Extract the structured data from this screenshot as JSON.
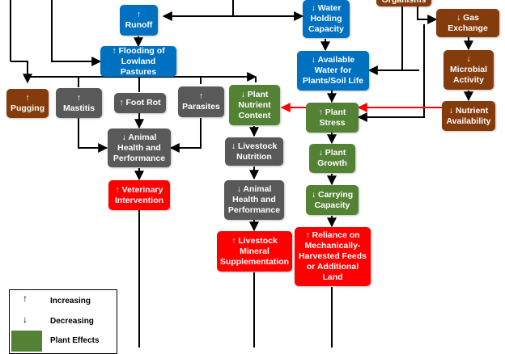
{
  "colors": {
    "water": "#0070c0",
    "plant": "#548235",
    "soil": "#843c0c",
    "animal": "#595959",
    "intervention": "#ff0000",
    "arrow": "#000000",
    "feedback_arrow": "#ff0000"
  },
  "nodes": {
    "runoff": "↑\nRunoff",
    "water_holding": "↓ Water\nHolding\nCapacity",
    "organisms": "Organisms",
    "gas_exchange": "↓ Gas\nExchange",
    "flooding": "↑ Flooding of\nLowland Pastures",
    "available_water": "↓ Available\nWater for\nPlants/Soil Life",
    "microbial": "↓\nMicrobial\nActivity",
    "pugging": "↑\nPugging",
    "mastitis": "↑\nMastitis",
    "foot_rot": "↑ Foot Rot",
    "parasites": "↑\nParasites",
    "plant_nutrient": "↓ Plant\nNutrient\nContent",
    "plant_stress": "↑ Plant\nStress",
    "nutrient_avail": "↓ Nutrient\nAvailability",
    "animal_health_1": "↓ Animal\nHealth and\nPerformance",
    "livestock_nutrition": "↓ Livestock\nNutrition",
    "plant_growth": "↓ Plant\nGrowth",
    "vet": "↑ Veterinary\nIntervention",
    "animal_health_2": "↓ Animal\nHealth and\nPerformance",
    "carrying": "↓ Carrying\nCapacity",
    "livestock_mineral": "↑ Livestock\nMineral\nSupplementation",
    "reliance": "↑ Reliance on\nMechanically-\nHarvested Feeds\nor Additional\nLand"
  },
  "legend": {
    "increasing_symbol": "↑",
    "increasing_label": "Increasing",
    "decreasing_symbol": "↓",
    "decreasing_label": "Decreasing",
    "plant_effects_label": "Plant Effects"
  }
}
